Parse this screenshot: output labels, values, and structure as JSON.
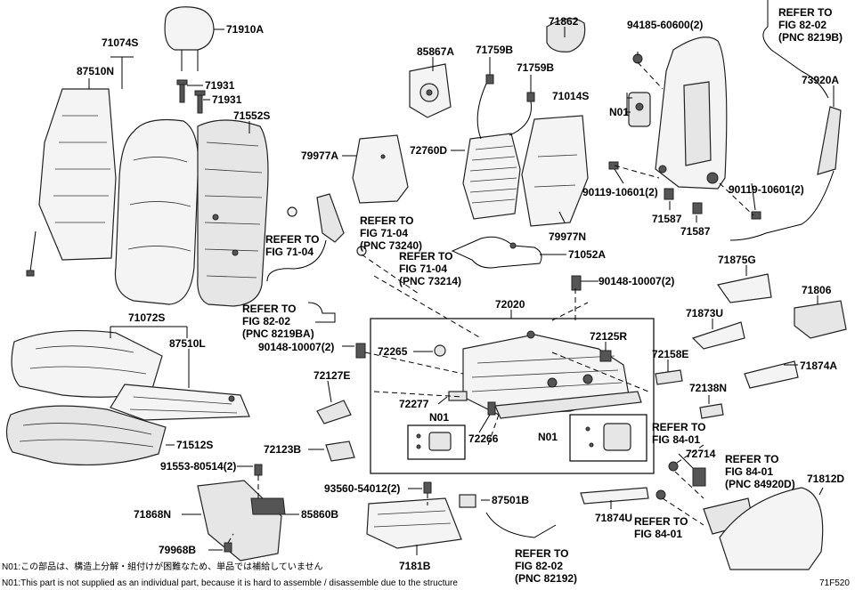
{
  "labels": {
    "l71910A": "71910A",
    "l71074S": "71074S",
    "l87510N": "87510N",
    "l71931a": "71931",
    "l71931b": "71931",
    "l71552S": "71552S",
    "l85867A": "85867A",
    "l71862": "71862",
    "l71759Ba": "71759B",
    "l71759Bb": "71759B",
    "l94185": "94185-60600(2)",
    "lRefFig8202a": "REFER TO",
    "lRefFig8202a2": "FIG 82-02",
    "lRefFig8202a3": "(PNC 8219B)",
    "l71014S": "71014S",
    "lN01a": "N01",
    "l73920A": "73920A",
    "l79977A": "79977A",
    "l72760D": "72760D",
    "lRefFig7104a": "REFER TO",
    "lRefFig7104a2": "FIG 71-04",
    "lRefFig7104a3": "(PNC 73240)",
    "lRefFig7104b": "REFER TO",
    "lRefFig7104b2": "FIG 71-04",
    "l90119a": "90119-10601(2)",
    "l90119b": "90119-10601(2)",
    "l71587a": "71587",
    "l71587b": "71587",
    "l79977N": "79977N",
    "lRefFig7104c": "REFER TO",
    "lRefFig7104c2": "FIG 71-04",
    "lRefFig7104c3": "(PNC 73214)",
    "l71052A": "71052A",
    "l71875G": "71875G",
    "l71806": "71806",
    "l90148a": "90148-10007(2)",
    "lRefFig8202b": "REFER TO",
    "lRefFig8202b2": "FIG 82-02",
    "lRefFig8202b3": "(PNC 8219BA)",
    "l72020": "72020",
    "l71873U": "71873U",
    "l71072S": "71072S",
    "l87510L": "87510L",
    "l90148b": "90148-10007(2)",
    "l72265": "72265",
    "l72125R": "72125R",
    "l72158E": "72158E",
    "l71874A": "71874A",
    "l72127E": "72127E",
    "l72138N": "72138N",
    "l72277": "72277",
    "lN01b": "N01",
    "lN01c": "N01",
    "lRefFig8401a": "REFER TO",
    "lRefFig8401a2": "FIG 84-01",
    "l71512S": "71512S",
    "l72123B": "72123B",
    "l72266": "72266",
    "l72714": "72714",
    "lRefFig8401b": "REFER TO",
    "lRefFig8401b2": "FIG 84-01",
    "lRefFig8401b3": "(PNC 84920D)",
    "l91553": "91553-80514(2)",
    "l71812D": "71812D",
    "l93560": "93560-54012(2)",
    "l87501B": "87501B",
    "l71868N": "71868N",
    "l85860B": "85860B",
    "l71874U": "71874U",
    "lRefFig8401c": "REFER TO",
    "lRefFig8401c2": "FIG 84-01",
    "l79968B": "79968B",
    "lRefFig8202c": "REFER TO",
    "lRefFig8202c2": "FIG 82-02",
    "lRefFig8202c3": "(PNC 82192)",
    "l71818": "7181B"
  },
  "notes": {
    "jp": "N01:この部品は、構造上分解・組付けが困難なため、単品では補給していません",
    "en": "N01:This part is not supplied as an individual part, because it is hard to assemble / disassemble due to the structure",
    "code": "71F520"
  }
}
